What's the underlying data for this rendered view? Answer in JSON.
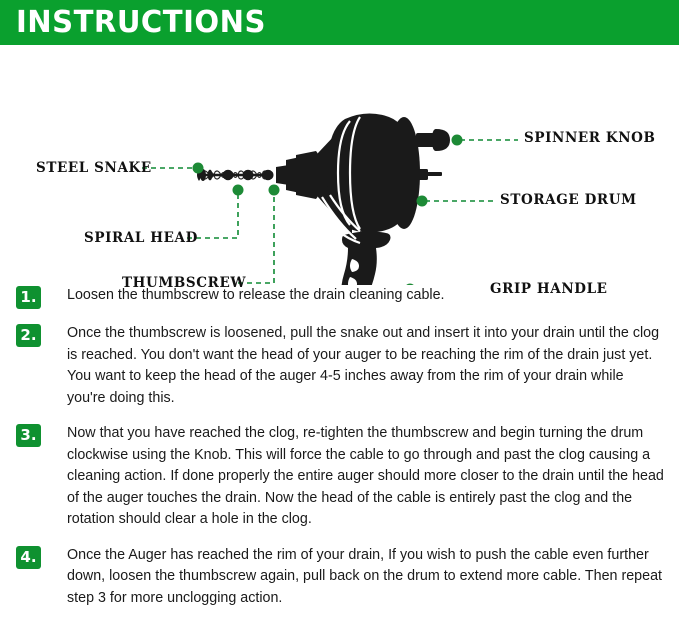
{
  "header": {
    "title": "INSTRUCTIONS",
    "background_color": "#0aa02e",
    "text_color": "#ffffff"
  },
  "diagram": {
    "name": "drain-auger-parts-diagram",
    "accent_color": "#0f8a33",
    "silhouette_color": "#1a1a1a",
    "callouts": [
      {
        "id": "steel-snake",
        "label": "STEEL SNAKE",
        "side": "left"
      },
      {
        "id": "spiral-head",
        "label": "SPIRAL HEAD",
        "side": "left"
      },
      {
        "id": "thumbscrew",
        "label": "THUMBSCREW",
        "side": "left"
      },
      {
        "id": "spinner-knob",
        "label": "SPINNER KNOB",
        "side": "right"
      },
      {
        "id": "storage-drum",
        "label": "STORAGE DRUM",
        "side": "right"
      },
      {
        "id": "grip-handle",
        "label": "GRIP HANDLE",
        "side": "right"
      }
    ]
  },
  "steps": [
    {
      "number": "1.",
      "text": "Loosen the thumbscrew to release the drain cleaning cable."
    },
    {
      "number": "2.",
      "text": "Once the thumbscrew is loosened, pull the snake out and insert it into your drain until the clog is reached. You don't want the head of your auger to be reaching the rim of the drain just yet. You want to keep the head of the auger 4-5 inches away from the rim of your drain while you're doing this."
    },
    {
      "number": "3.",
      "text": "Now that you have reached the clog, re-tighten the thumbscrew and begin turning the drum clockwise using the Knob. This will force the cable to go through and past the clog causing a cleaning action. If done properly the entire auger should more closer to the drain until the head of the auger touches the drain. Now the head of the cable is entirely past the clog and the rotation should clear a hole in the clog."
    },
    {
      "number": "4.",
      "text": "Once the Auger has reached the rim of your drain, If you wish to push the cable even further down, loosen the thumbscrew again, pull back on the drum to extend more cable. Then repeat step 3 for more unclogging action."
    }
  ]
}
